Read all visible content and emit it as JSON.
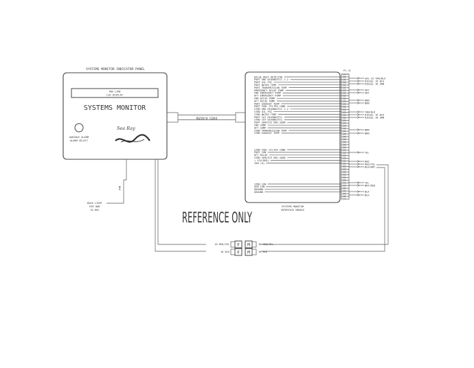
{
  "panel": {
    "title": "SYSTEMS MONITOR INDICATOR PANEL",
    "lcd_line1": "TWO LINE",
    "lcd_line2": "LCD DISPLAY",
    "name": "SYSTEMS MONITOR",
    "alarm_line1": "AUDIBLE ALARM",
    "alarm_line2": "ALARM SELECT",
    "logo_text": "Sea Ray"
  },
  "coax_label": "RG59/U COAX",
  "backlight": {
    "wire": "BLK",
    "line1": "BACK LIGHT",
    "line2": "REF DWG",
    "line3": "SS-801"
  },
  "reference_text": "REFERENCE ONLY",
  "module": {
    "label1": "SYSTEMS MONITOR",
    "label2": "INTERFACE MODULE",
    "header": "P1 J1",
    "inputs": [
      "BILGE HEAT DETECTOR",
      "PORT ENG DIAGNOSTIC 1-2",
      "PORT OIL PSI",
      "PORT WATER TEMP",
      "PORT TRANSMISSION TEMP",
      "EMERGENCY BILGE PUMP",
      "FWD EMERGENCY PUMP",
      "AFT EMERGENCY PUMP",
      "FWD BILGE PUMP",
      "AFT BILGE PUMP",
      "PORT EXHAUST TEMP",
      "PORT FUEL FILTER COND",
      "STBD ENG DIAGNOSTIC 1-2",
      "STBD OIL PSI",
      "STBD WATER TEMP",
      "PORT CAT DIAGNOSTIC",
      "STBD CAT DIAGNOSTIC",
      "PORT SERVICE ENG SOON",
      "FWD SUMP",
      "AFT SUMP",
      "STBD TRANSMISSION TEMP",
      "STBD EXHAUST TEMP",
      "STBD FUEL FILTER COND",
      "PORT IGN",
      "AFT BILGE",
      "STBD SERVICE ENG SOON",
      "+ 12V(RED)",
      "IGN (R)",
      "STBD IGN",
      "GEN IGN",
      "GROUND",
      "GROUND"
    ],
    "outputs": [
      "GAS 16 TAN/BLU",
      "DIESEL 16 BLU",
      "DIESEL 16 GRN",
      "GRY",
      "GRY",
      "BRN",
      "BRN",
      "TAN/BLU",
      "DIESEL 16 BLU",
      "DIESEL 16 GRN",
      "BRN",
      "BRN",
      "YEL",
      "RED",
      "RED/YEL",
      "BLK/WHT",
      "YEL",
      "WHT/RED",
      "BLK",
      "BLK"
    ]
  },
  "connectors": {
    "row1_left": "16 RED/YEL",
    "row1_right": "16 RED/YEL",
    "row2_left": "16 BLK",
    "row2_right": "16 BLK",
    "female": "F",
    "male": "M"
  }
}
